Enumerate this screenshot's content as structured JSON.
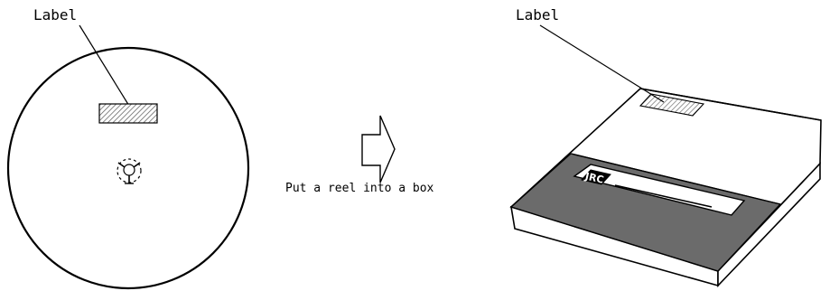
{
  "reel": {
    "label": "Label"
  },
  "box": {
    "label": "Label",
    "logo": "JRC"
  },
  "arrow": {
    "caption": "Put a reel into a box"
  }
}
